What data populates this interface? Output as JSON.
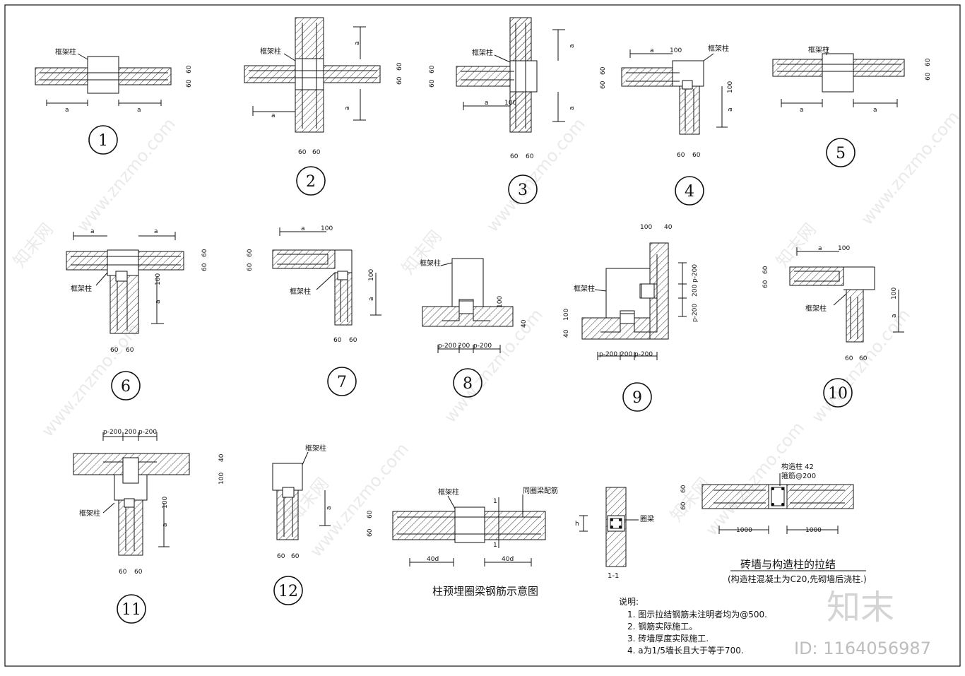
{
  "labels": {
    "column": "框架柱",
    "a": "a",
    "n100": "100",
    "n60": "60",
    "n40": "40",
    "d40": "40d",
    "h": "h",
    "p200": "p-200",
    "n200": "200",
    "ring_rebar": "同圈梁配筋",
    "ring_beam": "圈梁",
    "sec_num": "1",
    "sec": "1-1",
    "gz": "构造柱 42",
    "stirrup": "箍筋@200",
    "n1000": "1000"
  },
  "details": [
    "1",
    "2",
    "3",
    "4",
    "5",
    "6",
    "7",
    "8",
    "9",
    "10",
    "11",
    "12"
  ],
  "captions": {
    "embed": "柱预埋圈梁钢筋示意图",
    "brick": "砖墙与构造柱的拉结",
    "brick_sub": "(构造柱混凝土为C20,先砌墙后浇柱.)"
  },
  "notes": {
    "title": "说明:",
    "items": [
      "1.  图示拉结钢筋未注明者均为@500.",
      "2.  钢筋实际施工。",
      "3.  砖墙厚度实际施工.",
      "4.  a为1/5墙长且大于等于700."
    ]
  },
  "watermark": {
    "site": "www.znzmo.com",
    "cn": "知末网"
  },
  "brand": {
    "logo": "知末",
    "id": "ID: 1164056987"
  },
  "colors": {
    "line": "#111111",
    "watermark": "#d4d4d4"
  }
}
